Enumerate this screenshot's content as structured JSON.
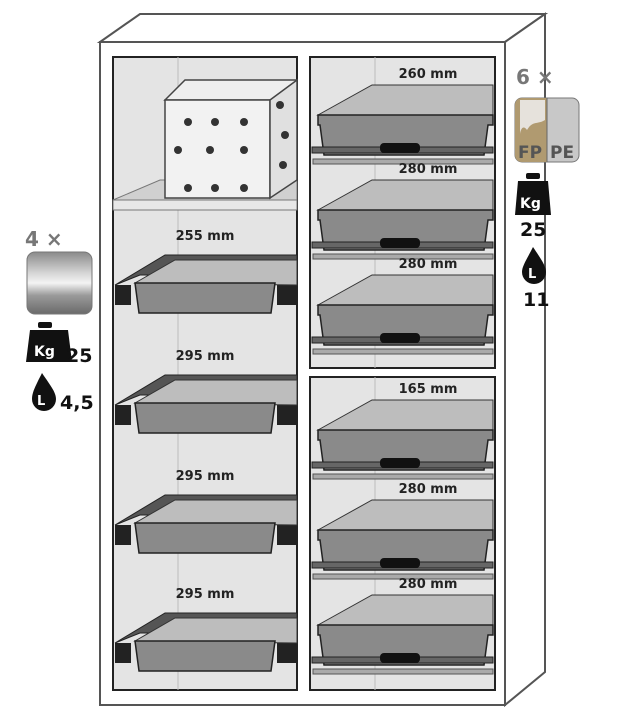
{
  "left_column": {
    "count_label": "4 ×",
    "material": "steel-tray",
    "weight_icon_label": "Kg",
    "weight": "25",
    "volume_icon_label": "L",
    "volume": "4,5",
    "tray_heights": [
      "255 mm",
      "295 mm",
      "295 mm",
      "295 mm"
    ]
  },
  "right_column": {
    "count_label": "6 ×",
    "material_labels": [
      "FP",
      "PE"
    ],
    "weight_icon_label": "Kg",
    "weight": "25",
    "volume_icon_label": "L",
    "volume": "11",
    "tray_heights": [
      "260 mm",
      "280 mm",
      "280 mm",
      "165 mm",
      "280 mm",
      "280 mm"
    ]
  },
  "colors": {
    "outline": "#555555",
    "interior": "#e4e4e4",
    "tray": "#8a8a8a",
    "tray_dark": "#4a4a4a",
    "fp": "#b09a70",
    "pe": "#c4c4c4"
  }
}
